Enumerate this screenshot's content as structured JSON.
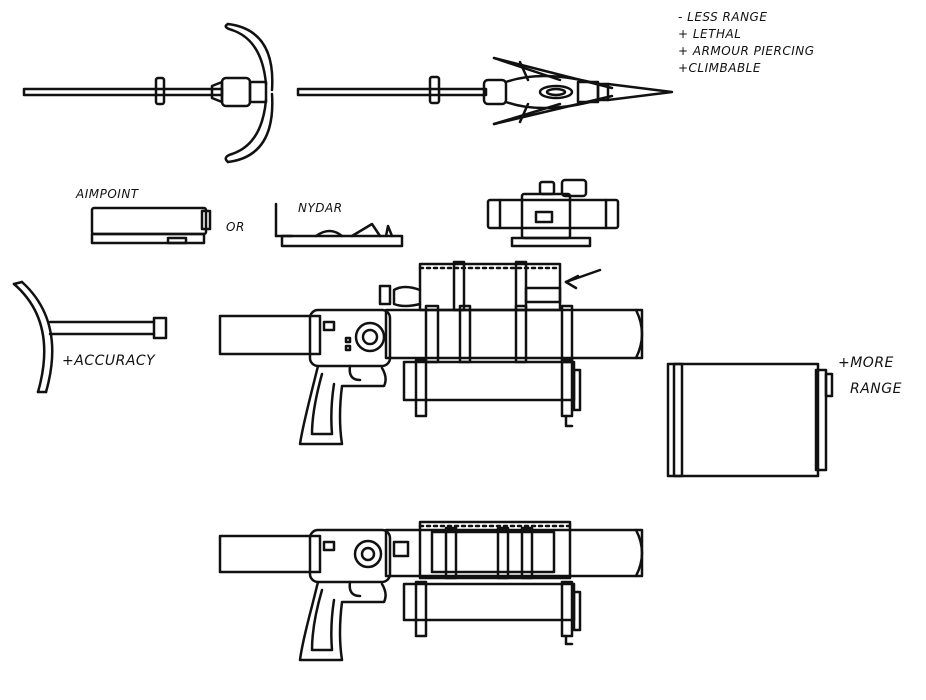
{
  "sheet": {
    "annotations": {
      "spear_notes": [
        "- LESS RANGE",
        "+ LETHAL",
        "+ ARMOUR PIERCING",
        "+CLIMBABLE"
      ],
      "aimpoint": "AIMPOINT",
      "or": "OR",
      "nydar": "NYDAR",
      "accuracy": "+ACCURACY",
      "more_range_line1": "+MORE",
      "more_range_line2": "RANGE"
    }
  }
}
